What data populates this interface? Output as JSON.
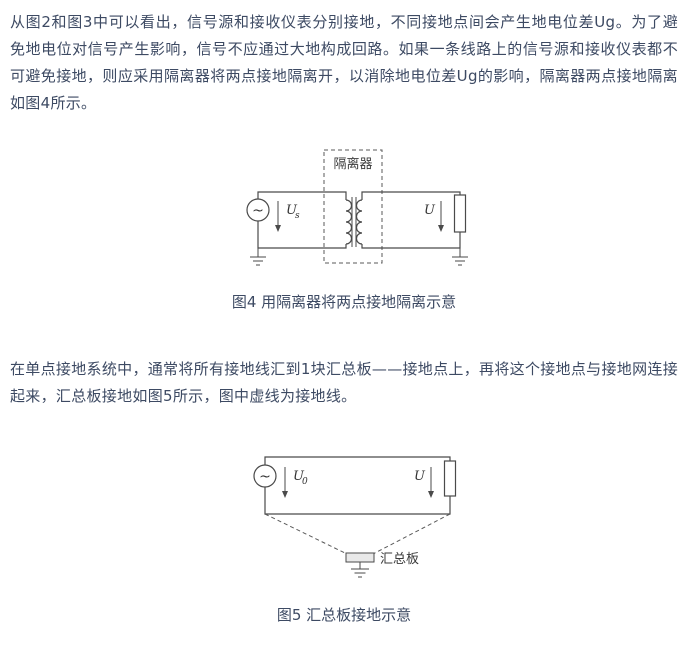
{
  "page": {
    "background": "#ffffff",
    "text_color": "#3d4a63"
  },
  "paragraphs": {
    "p1": "从图2和图3中可以看出，信号源和接收仪表分别接地，不同接地点间会产生地电位差Ug。为了避免地电位对信号产生影响，信号不应通过大地构成回路。如果一条线路上的信号源和接收仪表都不可避免接地，则应采用隔离器将两点接地隔离开，以消除地电位差Ug的影响，隔离器两点接地隔离如图4所示。",
    "p2": "在单点接地系统中，通常将所有接地线汇到1块汇总板——接地点上，再将这个接地点与接地网连接起来，汇总板接地如图5所示，图中虚线为接地线。"
  },
  "figure4": {
    "caption": "图4 用隔离器将两点接地隔离示意",
    "isolator_label": "隔离器",
    "ac_symbol": "~",
    "source_voltage": "U",
    "source_voltage_sub": "s",
    "load_voltage": "U"
  },
  "figure5": {
    "caption": "图5 汇总板接地示意",
    "ac_symbol": "~",
    "source_voltage": "U",
    "source_voltage_sub": "0",
    "load_voltage": "U",
    "board_label": "汇总板"
  }
}
